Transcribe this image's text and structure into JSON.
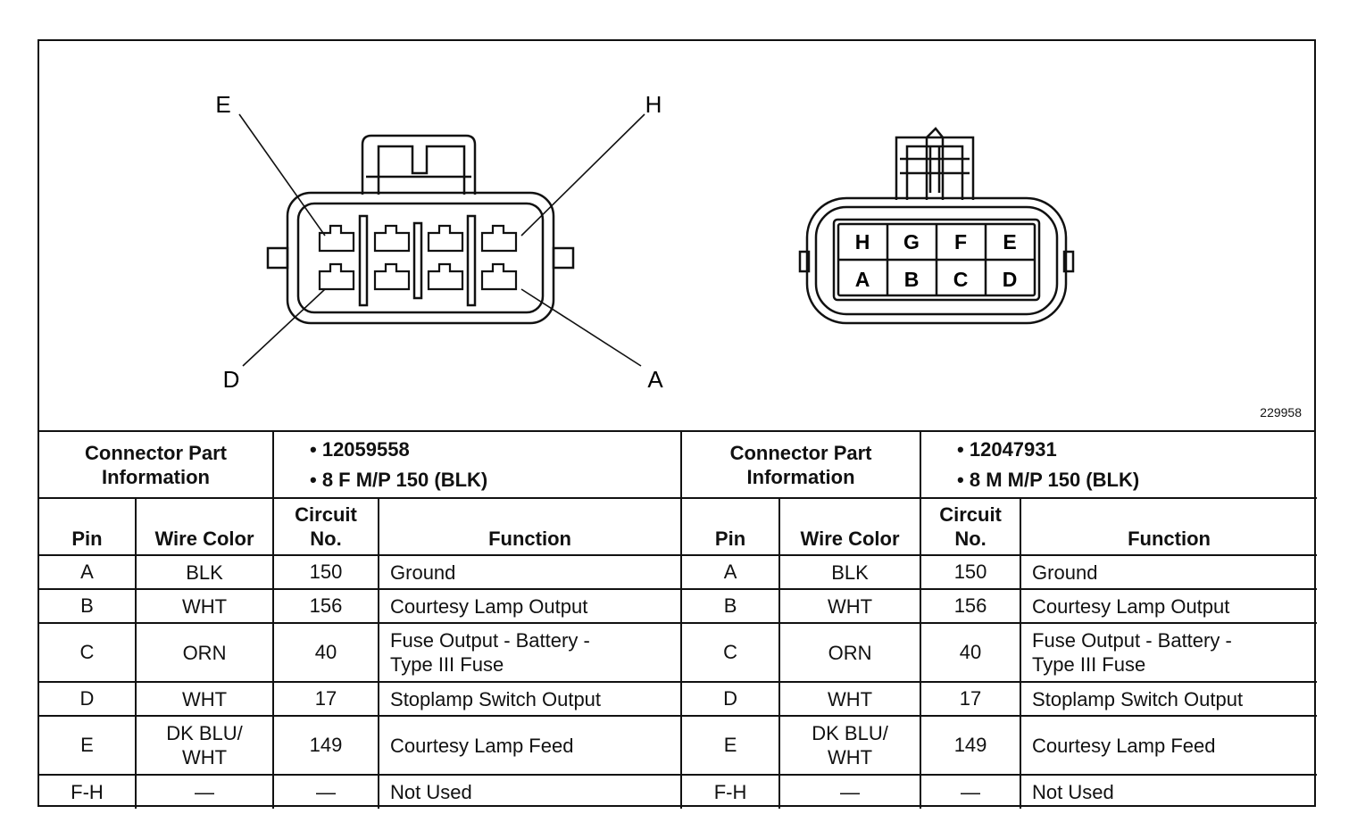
{
  "figure_id": "229958",
  "female_view": {
    "callouts": [
      {
        "id": "E",
        "text": "E"
      },
      {
        "id": "H",
        "text": "H"
      },
      {
        "id": "D",
        "text": "D"
      },
      {
        "id": "A",
        "text": "A"
      }
    ]
  },
  "male_view": {
    "top_row": [
      "H",
      "G",
      "F",
      "E"
    ],
    "bottom_row": [
      "A",
      "B",
      "C",
      "D"
    ]
  },
  "tables": [
    {
      "part_header_lines": [
        "Connector Part",
        "Information"
      ],
      "part_lines": [
        "• 12059558",
        "• 8 F M/P 150 (BLK)"
      ],
      "columns": {
        "pin": "Pin",
        "wire": "Wire Color",
        "circuit_lines": [
          "Circuit",
          "No."
        ],
        "function": "Function"
      },
      "rows": [
        {
          "pin": "A",
          "wire": [
            "BLK"
          ],
          "circuit": "150",
          "function": [
            "Ground"
          ]
        },
        {
          "pin": "B",
          "wire": [
            "WHT"
          ],
          "circuit": "156",
          "function": [
            "Courtesy Lamp Output"
          ]
        },
        {
          "pin": "C",
          "wire": [
            "ORN"
          ],
          "circuit": "40",
          "function": [
            "Fuse Output - Battery -",
            "Type III Fuse"
          ]
        },
        {
          "pin": "D",
          "wire": [
            "WHT"
          ],
          "circuit": "17",
          "function": [
            "Stoplamp Switch Output"
          ]
        },
        {
          "pin": "E",
          "wire": [
            "DK BLU/",
            "WHT"
          ],
          "circuit": "149",
          "function": [
            "Courtesy Lamp Feed"
          ]
        },
        {
          "pin": "F-H",
          "wire": [
            "—"
          ],
          "circuit": "—",
          "function": [
            "Not Used"
          ]
        }
      ]
    },
    {
      "part_header_lines": [
        "Connector Part",
        "Information"
      ],
      "part_lines": [
        "• 12047931",
        "• 8 M M/P 150 (BLK)"
      ],
      "columns": {
        "pin": "Pin",
        "wire": "Wire Color",
        "circuit_lines": [
          "Circuit",
          "No."
        ],
        "function": "Function"
      },
      "rows": [
        {
          "pin": "A",
          "wire": [
            "BLK"
          ],
          "circuit": "150",
          "function": [
            "Ground"
          ]
        },
        {
          "pin": "B",
          "wire": [
            "WHT"
          ],
          "circuit": "156",
          "function": [
            "Courtesy Lamp Output"
          ]
        },
        {
          "pin": "C",
          "wire": [
            "ORN"
          ],
          "circuit": "40",
          "function": [
            "Fuse Output - Battery -",
            "Type III Fuse"
          ]
        },
        {
          "pin": "D",
          "wire": [
            "WHT"
          ],
          "circuit": "17",
          "function": [
            "Stoplamp Switch Output"
          ]
        },
        {
          "pin": "E",
          "wire": [
            "DK BLU/",
            "WHT"
          ],
          "circuit": "149",
          "function": [
            "Courtesy Lamp Feed"
          ]
        },
        {
          "pin": "F-H",
          "wire": [
            "—"
          ],
          "circuit": "—",
          "function": [
            "Not Used"
          ]
        }
      ]
    }
  ]
}
